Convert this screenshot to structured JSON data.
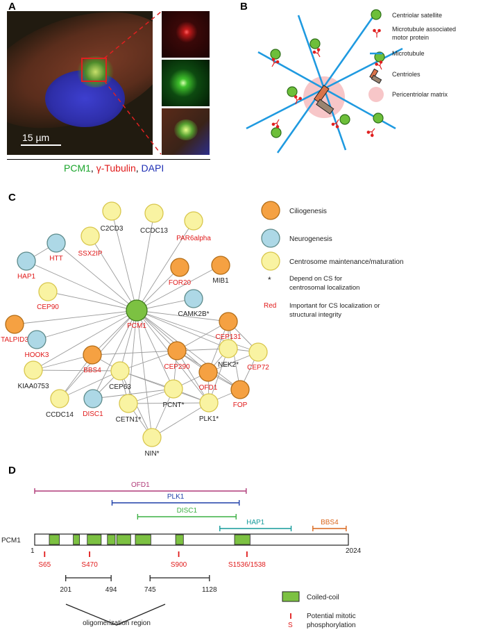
{
  "panels": {
    "a": "A",
    "b": "B",
    "c": "C",
    "d": "D"
  },
  "panelA": {
    "scale_bar": "15 µm",
    "caption": {
      "part1": "PCM1",
      "sep1": ", ",
      "part2": "γ-Tubulin",
      "sep2": ", ",
      "part3": "DAPI"
    }
  },
  "panelB": {
    "legend": [
      {
        "label": "Centriolar satellite",
        "icon": "green-circle"
      },
      {
        "label": "Microtubule associated motor protein",
        "icon": "red-motor"
      },
      {
        "label": "Microtubule",
        "icon": "blue-line"
      },
      {
        "label": "Centrioles",
        "icon": "centriole-pair"
      },
      {
        "label": "Pericentriolar matrix",
        "icon": "pink-circle"
      }
    ]
  },
  "panelC": {
    "legend": {
      "ciliogenesis": "Ciliogenesis",
      "neurogenesis": "Neurogenesis",
      "centrosome": "Centrosome maintenance/maturation",
      "asterisk_sym": "*",
      "asterisk_text": [
        "Depend on CS for",
        "centrosomal localization"
      ],
      "red_sym": "Red",
      "red_text": [
        "Important for CS localization or",
        "structural integrity"
      ]
    },
    "colors": {
      "orange": "#f5a142",
      "blue": "#add8e6",
      "yellow": "#f9f3a2",
      "green": "#7cc142",
      "red": "#e01919"
    },
    "nodes": [
      {
        "id": "PCM1",
        "label": "PCM1",
        "cat": "hub",
        "red": true
      },
      {
        "id": "C2CD3",
        "label": "C2CD3",
        "cat": "yellow",
        "red": false
      },
      {
        "id": "CCDC13",
        "label": "CCDC13",
        "cat": "yellow",
        "red": false
      },
      {
        "id": "PAR6alpha",
        "label": "PAR6alpha",
        "cat": "yellow",
        "red": true
      },
      {
        "id": "SSX2IP",
        "label": "SSX2IP",
        "cat": "yellow",
        "red": true
      },
      {
        "id": "HTT",
        "label": "HTT",
        "cat": "blue",
        "red": true
      },
      {
        "id": "HAP1",
        "label": "HAP1",
        "cat": "blue",
        "red": true
      },
      {
        "id": "FOR20",
        "label": "FOR20",
        "cat": "orange",
        "red": true
      },
      {
        "id": "MIB1",
        "label": "MIB1",
        "cat": "orange",
        "red": false
      },
      {
        "id": "CEP90",
        "label": "CEP90",
        "cat": "yellow",
        "red": true
      },
      {
        "id": "TALPID3",
        "label": "TALPID3",
        "cat": "orange",
        "red": true
      },
      {
        "id": "CAMK2B",
        "label": "CAMK2B*",
        "cat": "blue",
        "red": false
      },
      {
        "id": "CEP131",
        "label": "CEP131",
        "cat": "orange",
        "red": true
      },
      {
        "id": "HOOK3",
        "label": "HOOK3",
        "cat": "blue",
        "red": true
      },
      {
        "id": "BBS4",
        "label": "BBS4",
        "cat": "orange",
        "red": true
      },
      {
        "id": "CEP290",
        "label": "CEP290",
        "cat": "orange",
        "red": true
      },
      {
        "id": "NEK2",
        "label": "NEK2*",
        "cat": "yellow",
        "red": false
      },
      {
        "id": "CEP72",
        "label": "CEP72",
        "cat": "yellow",
        "red": true
      },
      {
        "id": "KIAA0753",
        "label": "KIAA0753",
        "cat": "yellow",
        "red": false
      },
      {
        "id": "CEP63",
        "label": "CEP63",
        "cat": "yellow",
        "red": false
      },
      {
        "id": "OFD1",
        "label": "OFD1",
        "cat": "orange",
        "red": true
      },
      {
        "id": "FOP",
        "label": "FOP",
        "cat": "orange",
        "red": true
      },
      {
        "id": "CCDC14",
        "label": "CCDC14",
        "cat": "yellow",
        "red": false
      },
      {
        "id": "DISC1",
        "label": "DISC1",
        "cat": "blue",
        "red": true
      },
      {
        "id": "PCNT",
        "label": "PCNT*",
        "cat": "yellow",
        "red": false
      },
      {
        "id": "CETN1",
        "label": "CETN1*",
        "cat": "yellow",
        "red": false
      },
      {
        "id": "PLK1",
        "label": "PLK1*",
        "cat": "yellow",
        "red": false
      },
      {
        "id": "NIN",
        "label": "NIN*",
        "cat": "yellow",
        "red": false
      }
    ],
    "edges": [
      [
        "PCM1",
        "C2CD3"
      ],
      [
        "PCM1",
        "CCDC13"
      ],
      [
        "PCM1",
        "PAR6alpha"
      ],
      [
        "PCM1",
        "SSX2IP"
      ],
      [
        "PCM1",
        "HTT"
      ],
      [
        "PCM1",
        "HAP1"
      ],
      [
        "PCM1",
        "FOR20"
      ],
      [
        "PCM1",
        "MIB1"
      ],
      [
        "PCM1",
        "CEP90"
      ],
      [
        "PCM1",
        "TALPID3"
      ],
      [
        "PCM1",
        "CAMK2B"
      ],
      [
        "PCM1",
        "CEP131"
      ],
      [
        "PCM1",
        "HOOK3"
      ],
      [
        "PCM1",
        "BBS4"
      ],
      [
        "PCM1",
        "CEP290"
      ],
      [
        "PCM1",
        "NEK2"
      ],
      [
        "PCM1",
        "CEP72"
      ],
      [
        "PCM1",
        "KIAA0753"
      ],
      [
        "PCM1",
        "CEP63"
      ],
      [
        "PCM1",
        "OFD1"
      ],
      [
        "PCM1",
        "FOP"
      ],
      [
        "PCM1",
        "CCDC14"
      ],
      [
        "PCM1",
        "DISC1"
      ],
      [
        "PCM1",
        "PCNT"
      ],
      [
        "PCM1",
        "CETN1"
      ],
      [
        "PCM1",
        "PLK1"
      ],
      [
        "PCM1",
        "NIN"
      ],
      [
        "HTT",
        "HAP1"
      ],
      [
        "CEP131",
        "CEP290"
      ],
      [
        "CEP131",
        "NEK2"
      ],
      [
        "CEP131",
        "CEP72"
      ],
      [
        "CEP131",
        "OFD1"
      ],
      [
        "CEP290",
        "OFD1"
      ],
      [
        "CEP290",
        "NEK2"
      ],
      [
        "CEP290",
        "PCNT"
      ],
      [
        "CEP290",
        "PLK1"
      ],
      [
        "CEP290",
        "CEP63"
      ],
      [
        "CEP290",
        "BBS4"
      ],
      [
        "CEP290",
        "FOP"
      ],
      [
        "BBS4",
        "CEP63"
      ],
      [
        "BBS4",
        "KIAA0753"
      ],
      [
        "BBS4",
        "CCDC14"
      ],
      [
        "CEP63",
        "DISC1"
      ],
      [
        "CEP63",
        "PCNT"
      ],
      [
        "CEP63",
        "CETN1"
      ],
      [
        "CEP63",
        "NIN"
      ],
      [
        "CEP63",
        "PLK1"
      ],
      [
        "PCNT",
        "PLK1"
      ],
      [
        "PCNT",
        "OFD1"
      ],
      [
        "PCNT",
        "NIN"
      ],
      [
        "PCNT",
        "CETN1"
      ],
      [
        "OFD1",
        "PLK1"
      ],
      [
        "OFD1",
        "FOP"
      ],
      [
        "OFD1",
        "NEK2"
      ],
      [
        "OFD1",
        "CEP72"
      ],
      [
        "NEK2",
        "CEP72"
      ],
      [
        "NEK2",
        "PLK1"
      ],
      [
        "PLK1",
        "FOP"
      ],
      [
        "PLK1",
        "CETN1"
      ],
      [
        "PLK1",
        "NIN"
      ],
      [
        "KIAA0753",
        "CEP63"
      ],
      [
        "CCDC14",
        "CEP63"
      ],
      [
        "DISC1",
        "PCNT"
      ],
      [
        "FOP",
        "CEP72"
      ],
      [
        "CETN1",
        "NIN"
      ],
      [
        "CEP131",
        "FOP"
      ]
    ]
  },
  "panelD": {
    "protein": "PCM1",
    "length": 2024,
    "start_label": "1",
    "end_label": "2024",
    "coiled_coils": [
      [
        95,
        160
      ],
      [
        250,
        290
      ],
      [
        340,
        430
      ],
      [
        470,
        520
      ],
      [
        530,
        620
      ],
      [
        650,
        750
      ],
      [
        910,
        960
      ],
      [
        1290,
        1390
      ]
    ],
    "interactors": [
      {
        "name": "OFD1",
        "start": 1,
        "end": 1365,
        "color": "#b03a78"
      },
      {
        "name": "PLK1",
        "start": 500,
        "end": 1320,
        "color": "#1e3fa8"
      },
      {
        "name": "DISC1",
        "start": 665,
        "end": 1300,
        "color": "#3cb043"
      },
      {
        "name": "HAP1",
        "start": 1195,
        "end": 1655,
        "color": "#139a9a"
      },
      {
        "name": "BBS4",
        "start": 1795,
        "end": 2010,
        "color": "#d9651a"
      }
    ],
    "sites": [
      {
        "label": "S65",
        "pos": 65
      },
      {
        "label": "S470",
        "pos": 355
      },
      {
        "label": "S900",
        "pos": 930
      },
      {
        "label": "S1536/1538",
        "pos": 1370
      }
    ],
    "oligomerization": {
      "ranges": [
        [
          201,
          494
        ],
        [
          745,
          1128
        ]
      ],
      "labels": [
        "201",
        "494",
        "745",
        "1128"
      ],
      "text": "oligomerization region"
    },
    "legend": {
      "coiled_coil": "Coiled-coil",
      "mitotic_sym": "S",
      "mitotic": [
        "Potential mitotic",
        "phosphorylation"
      ]
    }
  }
}
